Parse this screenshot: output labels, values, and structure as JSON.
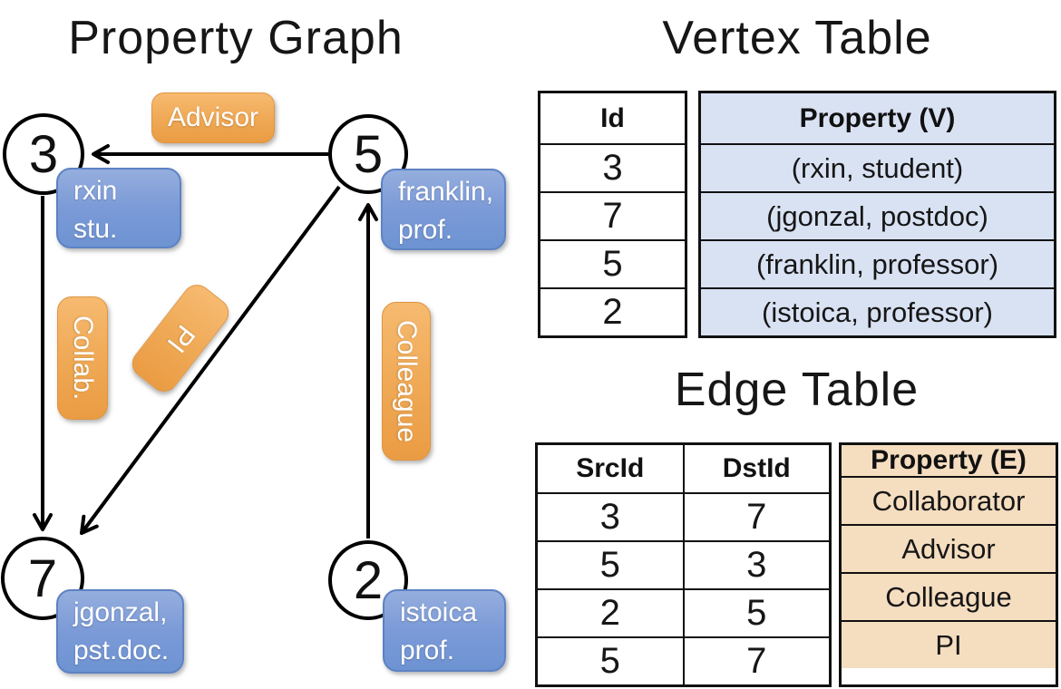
{
  "graph": {
    "title": "Property Graph",
    "nodes": [
      {
        "id": "3",
        "property_line1": "rxin",
        "property_line2": "stu."
      },
      {
        "id": "5",
        "property_line1": "franklin,",
        "property_line2": "prof."
      },
      {
        "id": "7",
        "property_line1": "jgonzal,",
        "property_line2": "pst.doc."
      },
      {
        "id": "2",
        "property_line1": "istoica",
        "property_line2": "prof."
      }
    ],
    "edges": [
      {
        "src": "5",
        "dst": "3",
        "label": "Advisor"
      },
      {
        "src": "3",
        "dst": "7",
        "label": "Collab."
      },
      {
        "src": "5",
        "dst": "7",
        "label": "PI"
      },
      {
        "src": "2",
        "dst": "5",
        "label": "Colleague"
      }
    ],
    "edge_labels": {
      "advisor": "Advisor",
      "collab": "Collab.",
      "pi": "PI",
      "colleague": "Colleague"
    }
  },
  "vertex_table": {
    "title": "Vertex Table",
    "columns": {
      "id": "Id",
      "property": "Property (V)"
    },
    "rows": [
      {
        "id": "3",
        "property": "(rxin, student)"
      },
      {
        "id": "7",
        "property": "(jgonzal, postdoc)"
      },
      {
        "id": "5",
        "property": "(franklin, professor)"
      },
      {
        "id": "2",
        "property": "(istoica, professor)"
      }
    ]
  },
  "edge_table": {
    "title": "Edge Table",
    "columns": {
      "src": "SrcId",
      "dst": "DstId",
      "property": "Property (E)"
    },
    "rows": [
      {
        "src": "3",
        "dst": "7",
        "property": "Collaborator"
      },
      {
        "src": "5",
        "dst": "3",
        "property": "Advisor"
      },
      {
        "src": "2",
        "dst": "5",
        "property": "Colleague"
      },
      {
        "src": "5",
        "dst": "7",
        "property": "PI"
      }
    ]
  },
  "colors": {
    "edge_label_orange": "#efa854",
    "vertex_label_blue": "#7b9ad7",
    "vertex_property_fill": "#d9e2f3",
    "edge_property_fill": "#f5ddc0",
    "line_black": "#000000"
  }
}
